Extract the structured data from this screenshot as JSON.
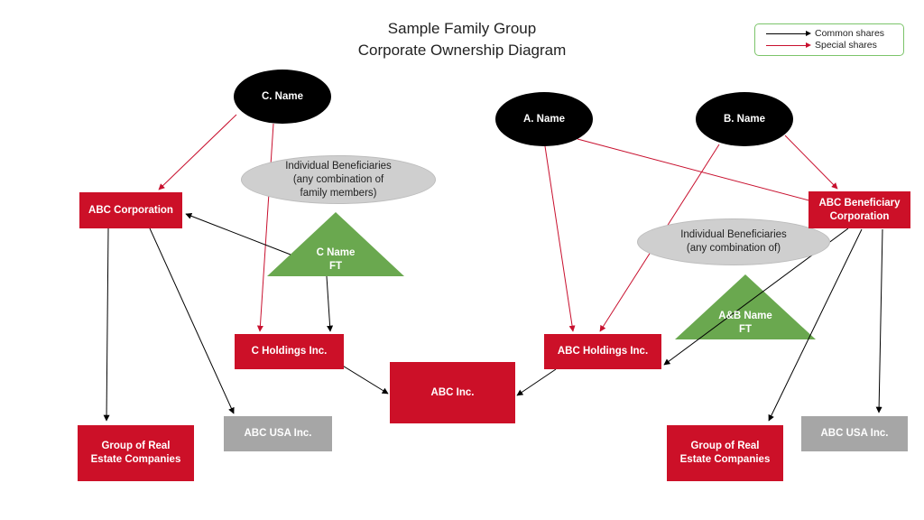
{
  "title": {
    "line1": "Sample Family Group",
    "line2": "Corporate Ownership Diagram"
  },
  "legend": {
    "common": "Common shares",
    "special": "Special shares",
    "common_color": "#000000",
    "special_color": "#c8102e"
  },
  "colors": {
    "corp_red": "#cc1028",
    "us_gray": "#a6a6a6",
    "person_black": "#000000",
    "beneficiary_gray": "#cfcfcf",
    "trust_green": "#6aa84f"
  },
  "nodes": {
    "c_name": "C. Name",
    "a_name": "A. Name",
    "b_name": "B. Name",
    "bene_left": [
      "Individual Beneficiaries",
      "(any combination of",
      "family members)"
    ],
    "bene_right": [
      "Individual Beneficiaries",
      "(any combination of)"
    ],
    "abc_corporation": "ABC Corporation",
    "abc_beneficiary_corp": [
      "ABC Beneficiary",
      "Corporation"
    ],
    "c_name_ft": [
      "C Name",
      "FT"
    ],
    "ab_name_ft": [
      "A&B Name",
      "FT"
    ],
    "c_holdings": "C Holdings Inc.",
    "abc_holdings": "ABC Holdings Inc.",
    "abc_inc": "ABC Inc.",
    "group_real_estate_left": [
      "Group of Real",
      "Estate Companies"
    ],
    "abc_usa_left": "ABC USA Inc.",
    "group_real_estate_right": [
      "Group of Real",
      "Estate Companies"
    ],
    "abc_usa_right": "ABC USA Inc."
  }
}
